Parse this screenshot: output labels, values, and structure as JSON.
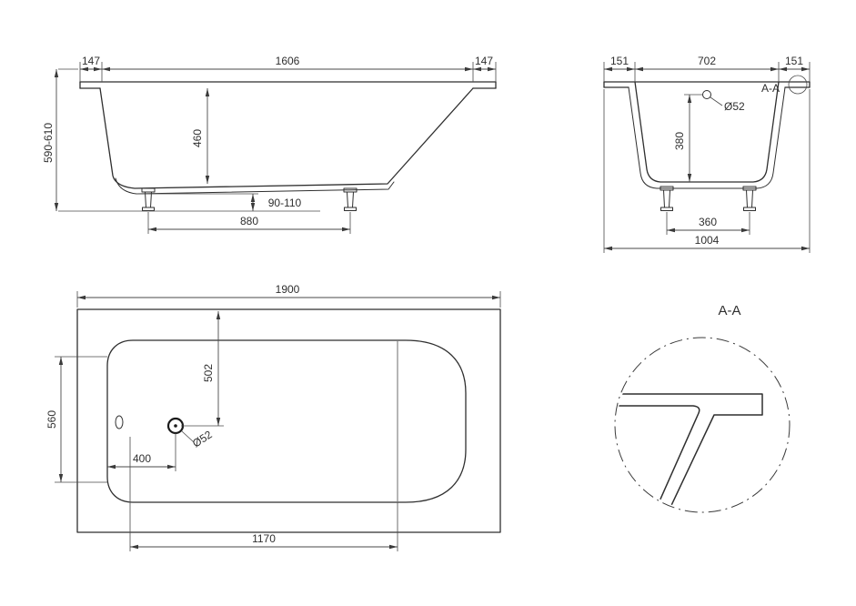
{
  "side_view": {
    "flange_left": "147",
    "rim_opening": "1606",
    "flange_right": "147",
    "overall_height": "590-610",
    "inner_depth": "460",
    "foot_height": "90-110",
    "foot_spacing": "880"
  },
  "end_view": {
    "flange_left": "151",
    "rim_opening": "702",
    "flange_right": "151",
    "section_label": "A-A",
    "drain_diameter": "Ø52",
    "drain_height": "380",
    "foot_spacing": "360",
    "overall_width": "1004"
  },
  "plan_view": {
    "overall_length": "1900",
    "bottom_width": "560",
    "drain_from_end": "502",
    "drain_diameter": "Ø52",
    "drain_from_side": "400",
    "bottom_length": "1170"
  },
  "detail_view": {
    "title": "A-A"
  }
}
